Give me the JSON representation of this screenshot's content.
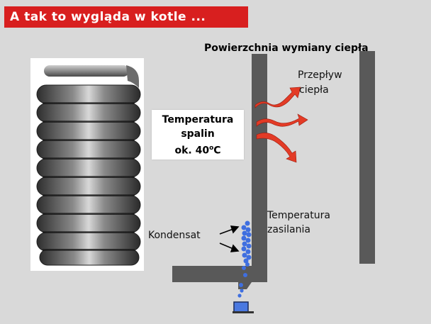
{
  "title": "A tak to wygląda w kotle ...",
  "heat_exchange_surface_label": "Powierzchnia wymiany ciepła",
  "heat_flow_label": {
    "line1": "Przepływ",
    "line2": "ciepła"
  },
  "flue_gas_label": {
    "line1": "Temperatura",
    "line2": "spalin",
    "line3_prefix": "ok. 40",
    "line3_sup": "o",
    "line3_suffix": "C"
  },
  "supply_temp_label": {
    "line1": "Temperatura",
    "line2": "zasilania"
  },
  "condensate_label": "Kondensat",
  "icons": [
    "coil-photo",
    "heat-flow-arrow",
    "condensate-drop",
    "drain-container"
  ],
  "colors": {
    "background": "#d9d9d9",
    "title_bar": "#d81f1f",
    "wall": "#595959",
    "heat_arrow": "#e33b26",
    "condensate": "#3f6fe0"
  }
}
